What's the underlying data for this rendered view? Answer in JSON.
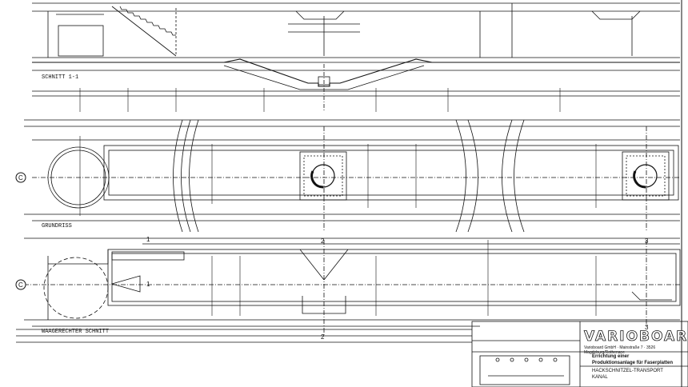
{
  "section_labels": {
    "schnitt_1": "SCHNITT 1-1",
    "grundriss": "GRUNDRISS",
    "waagerechter_schnitt": "WAAGERECHTER SCHNITT"
  },
  "markers": {
    "axis_c_upper": "C",
    "axis_c_lower": "C",
    "cut_1_left": "1",
    "cut_2_top": "2",
    "cut_3_right_top": "3",
    "cut_1_left_low": "1",
    "cut_2_bottom": "2",
    "cut_3_right_low": "3"
  },
  "title_block": {
    "brand": "VARIOBOARD",
    "address": "Varioboard GmbH · Mainstraße 7 · 3526 Magdeburg/Rothensee",
    "project_line1": "Errichtung einer",
    "project_line2": "Produktionsanlage für Faserplatten",
    "drawing_title1": "HACKSCHNITZEL-TRANSPORT",
    "drawing_title2": "KANAL"
  },
  "colors": {
    "ink": "#111111",
    "paper": "#ffffff"
  }
}
